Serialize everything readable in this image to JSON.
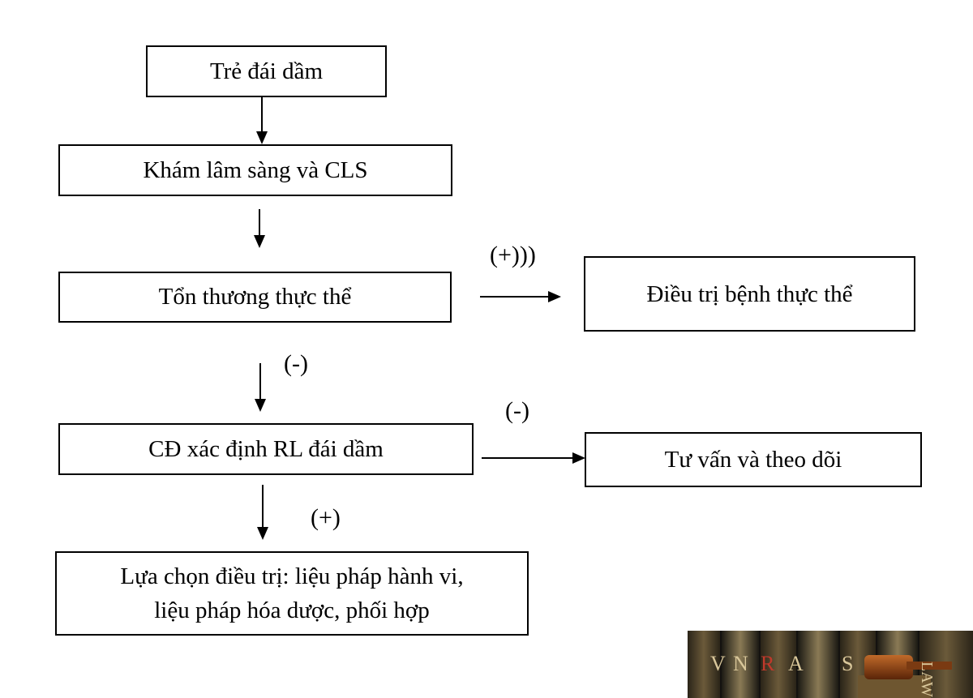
{
  "diagram": {
    "nodes": {
      "start": "Trẻ đái dầm",
      "exam": "Khám lâm sàng và CLS",
      "organic": "Tổn thương thực thể",
      "organic_treatment": "Điều trị bệnh thực thể",
      "diagnosis": "CĐ xác định RL đái dầm",
      "counsel": "Tư vấn và theo dõi",
      "treatment_line1": "Lựa chọn điều trị: liệu pháp hành vi,",
      "treatment_line2": "liệu pháp hóa dược, phối hợp"
    },
    "edge_labels": {
      "organic_yes": "(+)))",
      "organic_no": "(-)",
      "diagnosis_no": "(-)",
      "diagnosis_yes": "(+)"
    }
  },
  "logo": {
    "letters": [
      "V",
      "N",
      "R",
      "A",
      "S"
    ],
    "side_text": "LAW"
  }
}
